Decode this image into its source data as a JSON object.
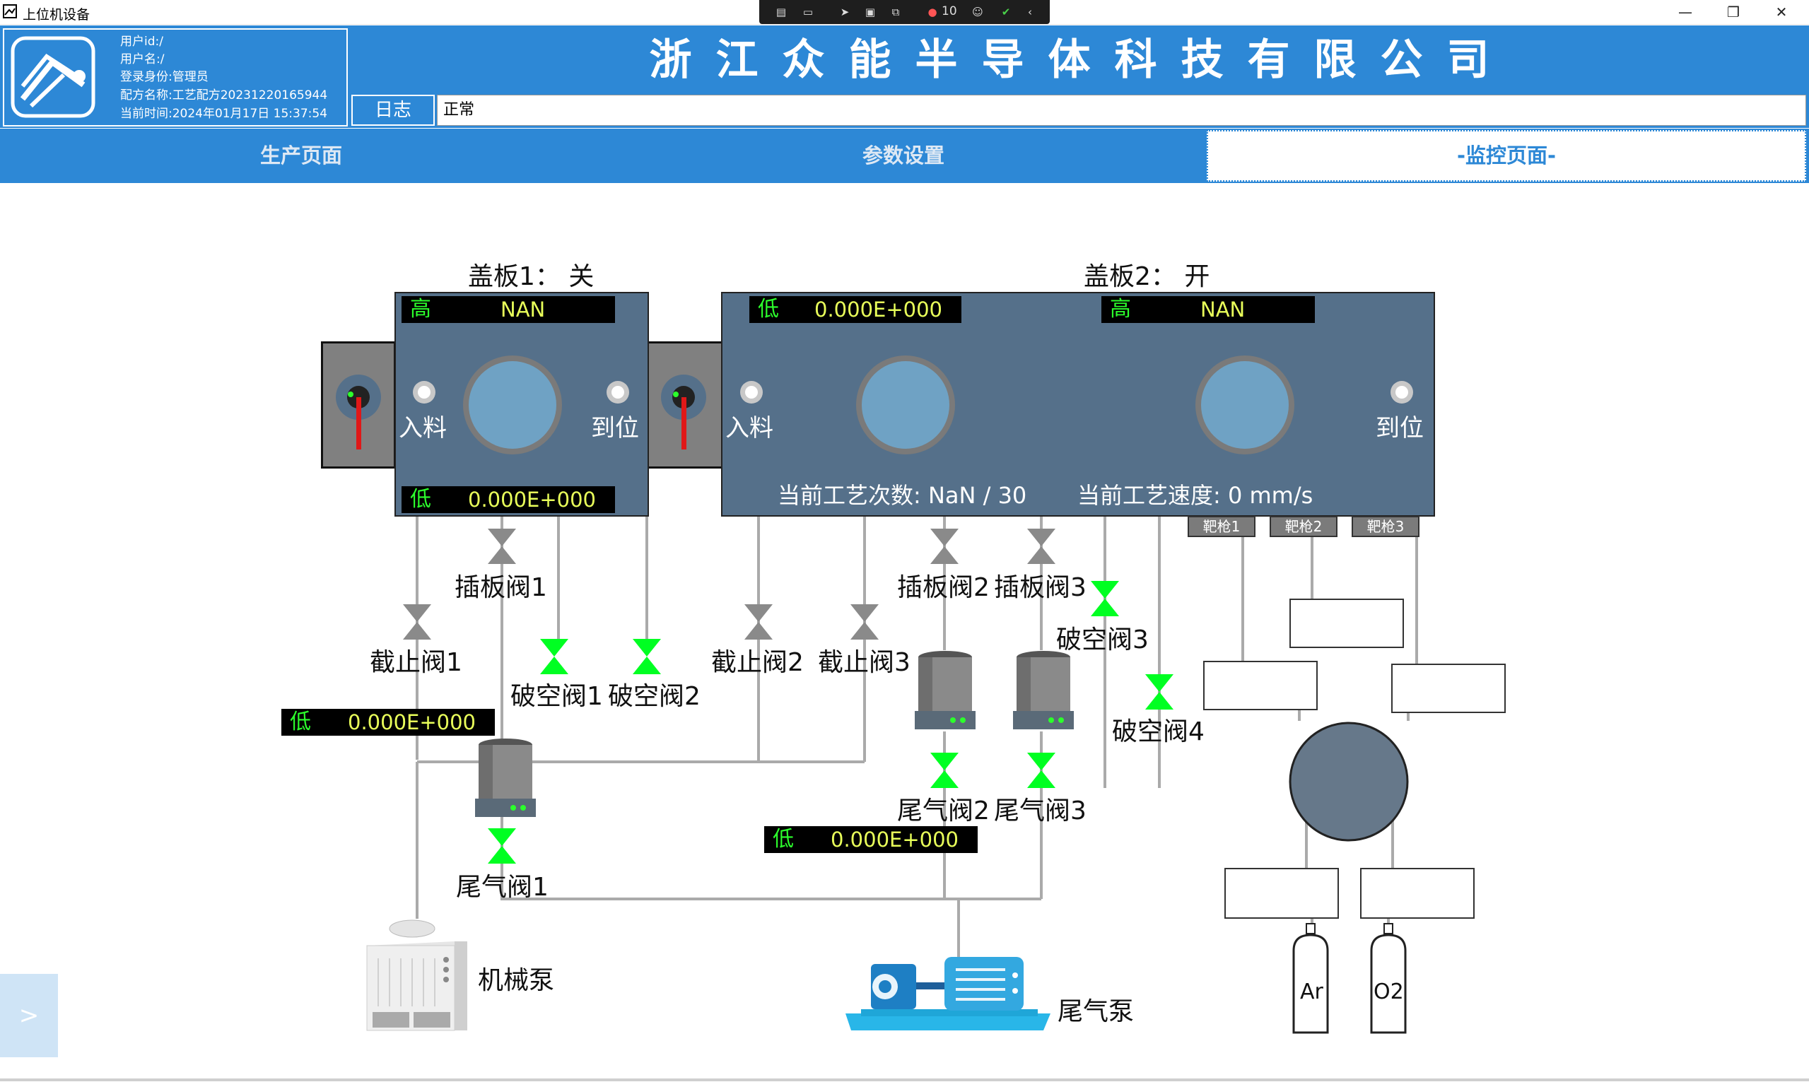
{
  "window": {
    "title": "上位机设备",
    "minimize": "—",
    "maximize": "❐",
    "close": "✕"
  },
  "recorder": {
    "counter": "10"
  },
  "header": {
    "user_id": "用户id:/",
    "user_name": "用户名:/",
    "role": "登录身份:管理员",
    "recipe": "配方名称:工艺配方20231220165944",
    "time": "当前时间:2024年01月17日 15:37:54",
    "company": "浙江众能半导体科技有限公司",
    "log_label": "日志",
    "log_value": "正常"
  },
  "tabs": {
    "production": "生产页面",
    "params": "参数设置",
    "monitor": "-监控页面-"
  },
  "side_toggle": ">",
  "diagram": {
    "cover1": "盖板1： 关",
    "cover2": "盖板2： 开",
    "c1_high_key": "高",
    "c1_high_val": "NAN",
    "c1_low_key": "低",
    "c1_low_val": "0.000E+000",
    "c2_low_key": "低",
    "c2_low_val": "0.000E+000",
    "c2_high_key": "高",
    "c2_high_val": "NAN",
    "feed_in_1": "入料",
    "arrive_1": "到位",
    "feed_in_2": "入料",
    "arrive_2": "到位",
    "process_count": "当前工艺次数:  NaN / 30",
    "process_speed": "当前工艺速度:   0 mm/s",
    "target1": "靶枪1",
    "target2": "靶枪2",
    "target3": "靶枪3",
    "gate_valve1": "插板阀1",
    "gate_valve2": "插板阀2",
    "gate_valve3": "插板阀3",
    "stop_valve1": "截止阀1",
    "stop_valve2": "截止阀2",
    "stop_valve3": "截止阀3",
    "vent_valve1": "破空阀1",
    "vent_valve2": "破空阀2",
    "vent_valve3": "破空阀3",
    "vent_valve4": "破空阀4",
    "tail_valve1": "尾气阀1",
    "tail_valve2": "尾气阀2",
    "tail_valve3": "尾气阀3",
    "line_low_key": "低",
    "line_low_val": "0.000E+000",
    "tail_low_key": "低",
    "tail_low_val": "0.000E+000",
    "mech_pump": "机械泵",
    "tail_pump": "尾气泵",
    "gas_ar": "Ar",
    "gas_o2": "O2"
  },
  "colors": {
    "accent": "#2d88d6",
    "chamber": "#55708a",
    "valve_open": "#00ff22",
    "valve_closed": "#8a8a8a"
  }
}
